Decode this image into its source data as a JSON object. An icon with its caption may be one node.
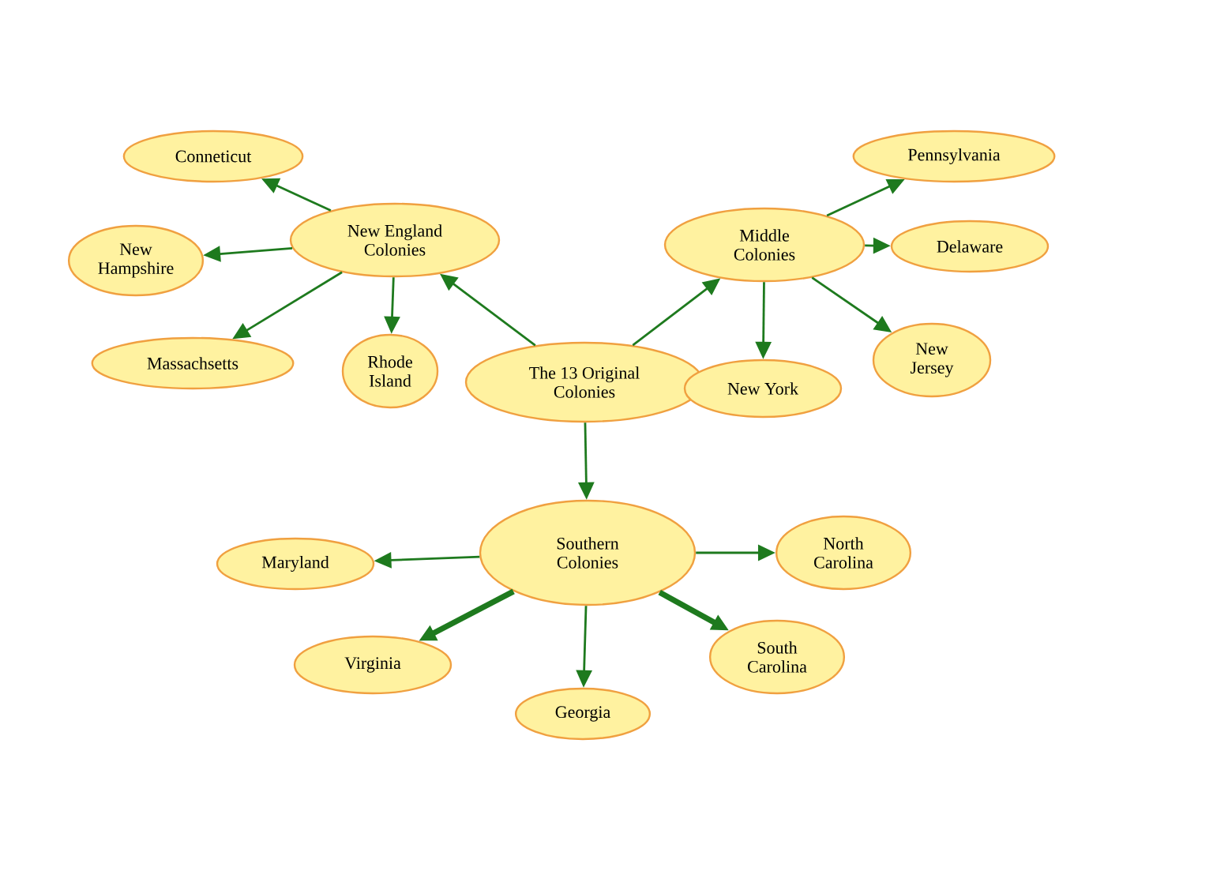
{
  "diagram": {
    "nodes": [
      {
        "text": [
          "The 13 Original Colonies"
        ]
      },
      {
        "text": [
          "New England Colonies"
        ]
      },
      {
        "text": [
          "Middle Colonies"
        ]
      },
      {
        "text": [
          "Southern Colonies"
        ]
      },
      {
        "text": [
          "Conneticut"
        ]
      },
      {
        "text": [
          "New Hampshire"
        ]
      },
      {
        "text": [
          "Massachsetts"
        ]
      },
      {
        "text": [
          "Rhode Island"
        ]
      },
      {
        "text": [
          "Pennsylvania"
        ]
      },
      {
        "text": [
          "Delaware"
        ]
      },
      {
        "text": [
          "New York"
        ]
      },
      {
        "text": [
          "New Jersey"
        ]
      },
      {
        "text": [
          "Maryland"
        ]
      },
      {
        "text": [
          "North Carolina"
        ]
      },
      {
        "text": [
          "Virginia"
        ]
      },
      {
        "text": [
          "Georgia"
        ]
      },
      {
        "text": [
          "South Carolina"
        ]
      }
    ],
    "edges": [
      {
        "from": 0,
        "to": 1,
        "arrow": "to"
      },
      {
        "from": 0,
        "to": 2,
        "arrow": "to"
      },
      {
        "from": 0,
        "to": 3,
        "arrow": "to"
      },
      {
        "from": 1,
        "to": 4,
        "arrow": "to"
      },
      {
        "from": 1,
        "to": 5,
        "arrow": "to"
      },
      {
        "from": 1,
        "to": 6,
        "arrow": "to"
      },
      {
        "from": 1,
        "to": 7,
        "arrow": "to"
      },
      {
        "from": 2,
        "to": 8,
        "arrow": "to"
      },
      {
        "from": 2,
        "to": 9,
        "arrow": "to"
      },
      {
        "from": 2,
        "to": 10,
        "arrow": "to"
      },
      {
        "from": 2,
        "to": 11,
        "arrow": "to"
      },
      {
        "from": 3,
        "to": 12,
        "arrow": "to"
      },
      {
        "from": 3,
        "to": 13,
        "arrow": "to"
      },
      {
        "from": 3,
        "to": 14,
        "arrow": "to",
        "style": "thick"
      },
      {
        "from": 3,
        "to": 15,
        "arrow": "to"
      },
      {
        "from": 3,
        "to": 16,
        "arrow": "to",
        "style": "thick"
      }
    ]
  }
}
